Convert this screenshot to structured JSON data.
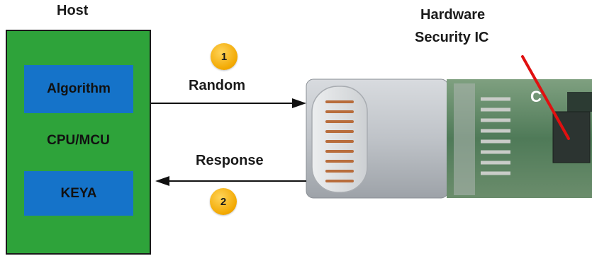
{
  "host": {
    "title": "Host",
    "algorithm_label": "Algorithm",
    "cpu_label": "CPU/MCU",
    "key_label": "KEYA",
    "box_color": "#2ea33a",
    "inner_box_color": "#1573c9"
  },
  "flow": {
    "step1_number": "1",
    "step1_label": "Random",
    "step2_number": "2",
    "step2_label": "Response"
  },
  "device": {
    "title_line1": "Hardware",
    "title_line2": "Security IC",
    "pointer_color": "#e01010",
    "chip_text": "C"
  }
}
